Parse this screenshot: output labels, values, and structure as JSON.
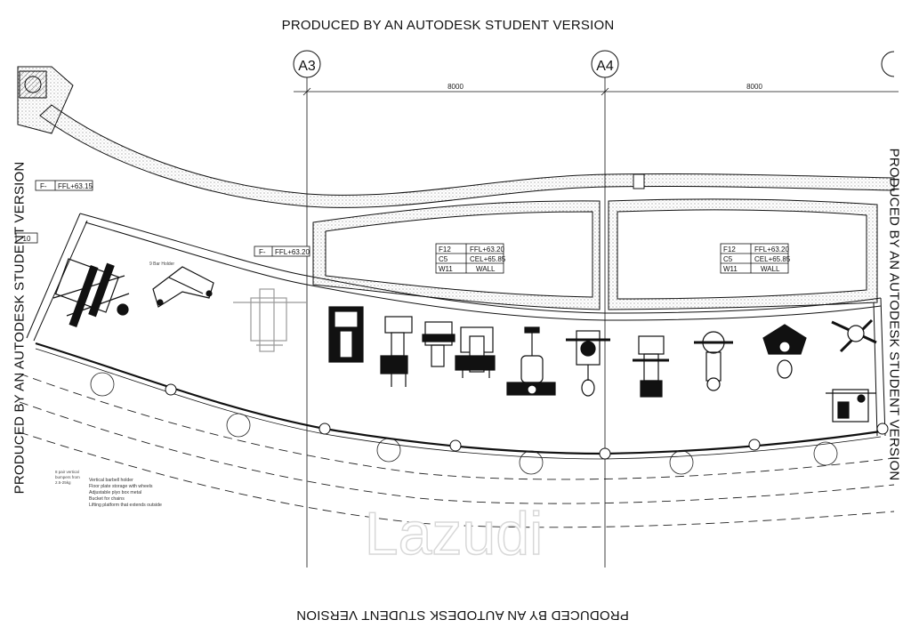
{
  "stamps": {
    "top": "PRODUCED BY AN AUTODESK STUDENT VERSION",
    "bottom": "PRODUCED BY AN AUTODESK STUDENT VERSION",
    "left": "PRODUCED BY AN AUTODESK STUDENT VERSION",
    "right": "PRODUCED BY AN AUTODESK STUDENT VERSION"
  },
  "grid": {
    "bubbles": [
      "A3",
      "A4"
    ],
    "dimensions": [
      "8000",
      "8000"
    ]
  },
  "tags": {
    "f_left": {
      "code": "F-",
      "level": "FFL+63.15"
    },
    "f_mid": {
      "code": "F-",
      "level": "FFL+63.20"
    },
    "edge_label": "10",
    "room1": [
      [
        "F12",
        "FFL+63.20"
      ],
      [
        "C5",
        "CEL+65.85"
      ],
      [
        "W11",
        "WALL"
      ]
    ],
    "room2": [
      [
        "F12",
        "FFL+63.20"
      ],
      [
        "C5",
        "CEL+65.85"
      ],
      [
        "W11",
        "WALL"
      ]
    ]
  },
  "notes": {
    "equipment_label": "9 Bar Holder",
    "small_note": [
      "8 pair vertical",
      "bumpers from",
      "2.5-25kg"
    ],
    "list": [
      "Vertical barbell holder",
      "Floor plate storage with wheels",
      "Adjustable plyo box metal",
      "Bucket for chains",
      "Lifting platform that extends outside"
    ]
  },
  "watermark": "Lazudi",
  "colors": {
    "ink": "#111111",
    "watermark": "#e6e6e6"
  }
}
